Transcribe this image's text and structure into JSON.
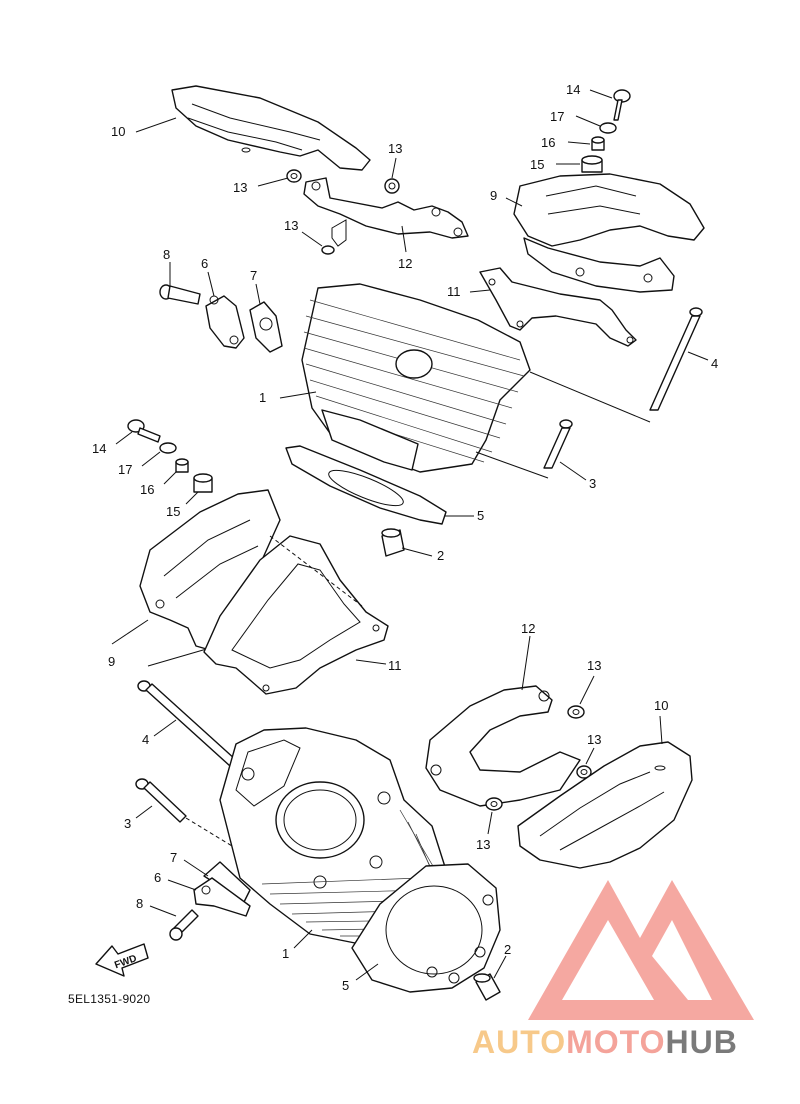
{
  "diagram": {
    "code": "5EL1351-9020",
    "fwd_label": "FWD"
  },
  "callouts": {
    "c10_top": "10",
    "c14_top": "14",
    "c17_top": "17",
    "c16_top": "16",
    "c15_top": "15",
    "c9_top": "9",
    "c13_a": "13",
    "c13_b": "13",
    "c13_c": "13",
    "c12_top": "12",
    "c11_top": "11",
    "c8_top": "8",
    "c6_top": "6",
    "c7_top": "7",
    "c1_top": "1",
    "c4_top": "4",
    "c3_top": "3",
    "c5_top": "5",
    "c2_top": "2",
    "c14_mid": "14",
    "c17_mid": "17",
    "c16_mid": "16",
    "c15_mid": "15",
    "c9_mid": "9",
    "c11_mid": "11",
    "c12_bot": "12",
    "c13_d": "13",
    "c13_e": "13",
    "c10_bot": "10",
    "c13_f": "13",
    "c4_bot": "4",
    "c3_bot": "3",
    "c7_bot": "7",
    "c6_bot": "6",
    "c8_bot": "8",
    "c1_bot": "1",
    "c5_bot": "5",
    "c2_bot": "2"
  },
  "watermark": {
    "part1": "AUTO",
    "part2": "MOTO",
    "part3": "HUB",
    "colors": {
      "auto": "#f7c98a",
      "moto": "#f4a39a",
      "hub": "#7a7a7a",
      "logo": "#f28b82"
    }
  }
}
